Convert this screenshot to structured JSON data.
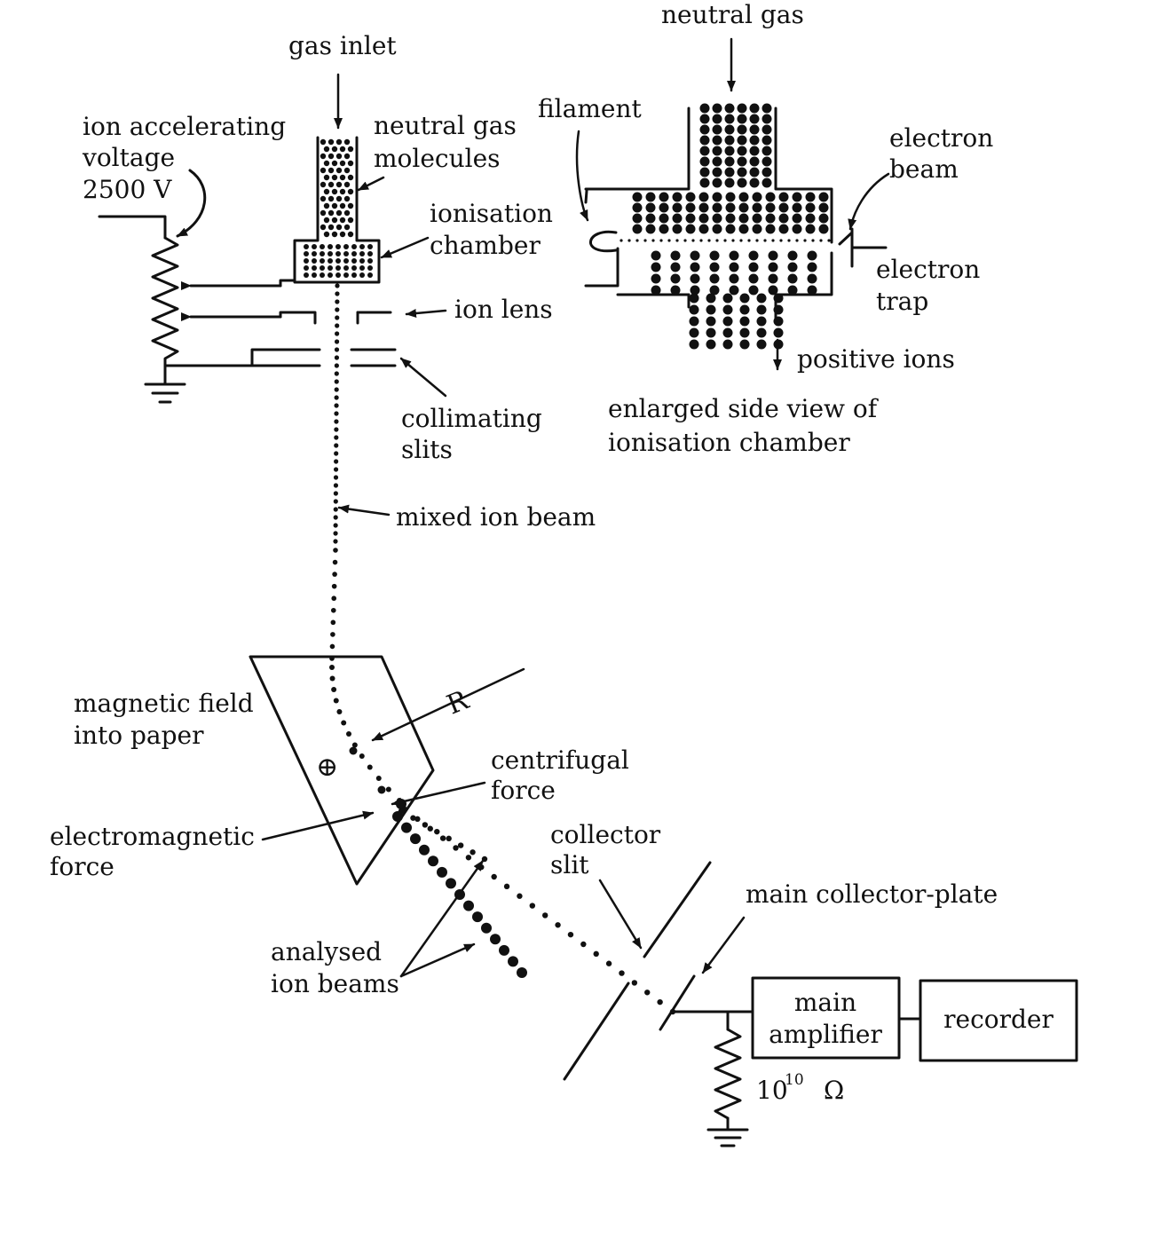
{
  "labels": {
    "gas_inlet": "gas inlet",
    "neutral_gas_molecules": [
      "neutral gas",
      "molecules"
    ],
    "ion_accelerating_voltage": [
      "ion accelerating",
      "voltage",
      "2500 V"
    ],
    "ionisation_chamber": [
      "ionisation",
      "chamber"
    ],
    "ion_lens": "ion lens",
    "collimating_slits": [
      "collimating",
      "slits"
    ],
    "mixed_ion_beam": "mixed ion beam",
    "neutral_gas": "neutral gas",
    "filament": "filament",
    "electron_beam": [
      "electron",
      "beam"
    ],
    "electron_trap": [
      "electron",
      "trap"
    ],
    "positive_ions": "positive ions",
    "enlarged_view": [
      "enlarged side view of",
      "ionisation chamber"
    ],
    "magnetic_field": [
      "magnetic field",
      "into paper"
    ],
    "radius": "R",
    "centrifugal_force": [
      "centrifugal",
      "force"
    ],
    "electromagnetic_force": [
      "electromagnetic",
      "force"
    ],
    "collector_slit": [
      "collector",
      "slit"
    ],
    "main_collector_plate": "main collector-plate",
    "analysed_ion_beams": [
      "analysed",
      "ion beams"
    ],
    "main_amplifier": [
      "main",
      "amplifier"
    ],
    "recorder": "recorder",
    "resistor_base": "10",
    "resistor_exp": "10",
    "resistor_unit": "Ω",
    "field_symbol": "⊕"
  },
  "colors": {
    "ink": "#111111",
    "background": "#ffffff"
  }
}
